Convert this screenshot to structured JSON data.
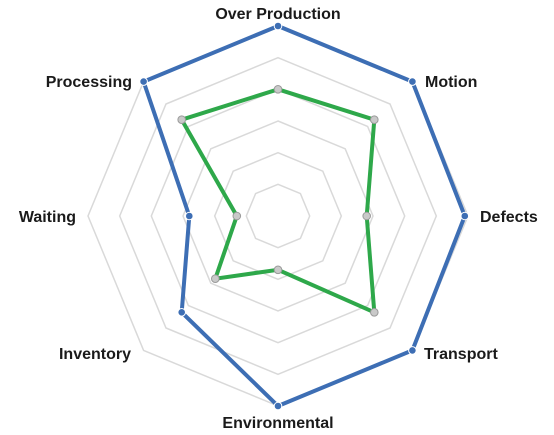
{
  "chart_data": {
    "type": "radar",
    "categories": [
      "Over Production",
      "Motion",
      "Defects",
      "Transport",
      "Environmental",
      "Inventory",
      "Waiting",
      "Processing"
    ],
    "rlim": [
      0,
      6
    ],
    "ring_count": 6,
    "grid": true,
    "legend": "none",
    "series": [
      {
        "color": "#3d6eb4",
        "values": [
          6.0,
          6.0,
          5.9,
          6.0,
          6.0,
          4.3,
          2.8,
          6.0
        ]
      },
      {
        "color": "#2ea84a",
        "values": [
          4.0,
          4.3,
          2.8,
          4.3,
          1.7,
          2.8,
          1.3,
          4.3
        ]
      }
    ]
  }
}
